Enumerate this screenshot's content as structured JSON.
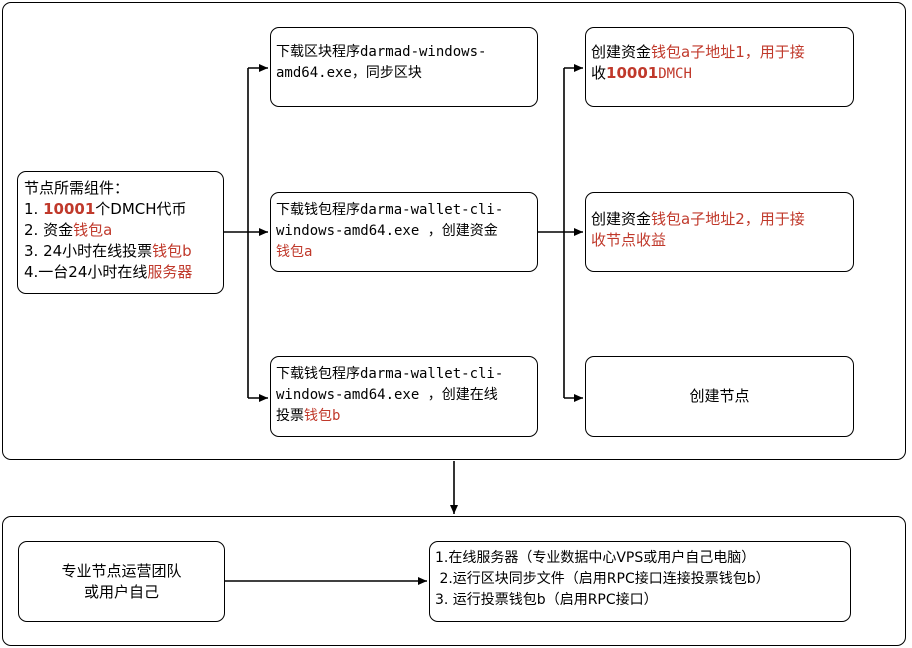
{
  "components": {
    "title": "节点所需组件：",
    "item1_num": "1. ",
    "item1_amount": "10001",
    "item1_rest": "个DMCH代币",
    "item2_prefix": "2. 资金",
    "item2_red": "钱包a",
    "item3_prefix": "3. 24小时在线投票",
    "item3_red": "钱包b",
    "item4_prefix": "4.一台24小时在线",
    "item4_red": "服务器"
  },
  "download_blocks": {
    "line1": "下载区块程序darmad-windows-",
    "line2": "amd64.exe，同步区块"
  },
  "download_wallet_a": {
    "line1": "下载钱包程序darma-wallet-cli-",
    "line2": "windows-amd64.exe ，创建资金",
    "line3": "钱包a"
  },
  "download_wallet_b": {
    "line1": "下载钱包程序darma-wallet-cli-",
    "line2_prefix": "windows-amd64.exe ，创建在线",
    "line3_prefix": "投票",
    "line3_red": "钱包b"
  },
  "subaddr1": {
    "line1_prefix": "创建资金",
    "line1_red": "钱包a子地址1，用于接",
    "line2_prefix": "收",
    "line2_amount": "10001",
    "line2_rest": "DMCH"
  },
  "subaddr2": {
    "line1_prefix": "创建资金",
    "line1_red": "钱包a子地址2，用于接",
    "line2": "收节点收益"
  },
  "create_node": {
    "label": "创建节点"
  },
  "operator": {
    "line1": "专业节点运营团队",
    "line2": "或用户自己"
  },
  "server_steps": {
    "line1": "1.在线服务器（专业数据中心VPS或用户自己电脑）",
    "line2": " 2.运行区块同步文件（启用RPC接口连接投票钱包b）",
    "line3": "3.  运行投票钱包b（启用RPC接口）"
  }
}
